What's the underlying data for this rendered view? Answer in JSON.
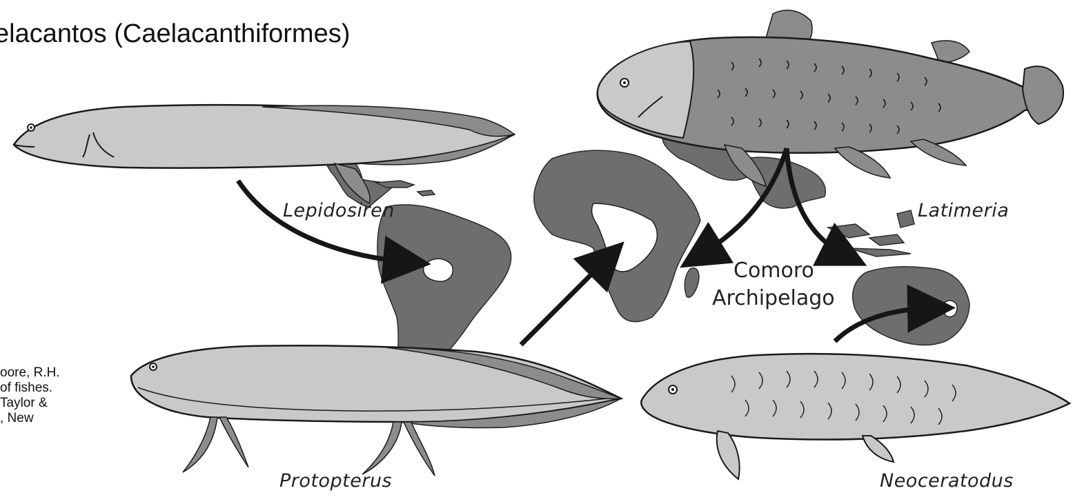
{
  "title": "elacantos (Caelacanthiformes)",
  "citation": {
    "lines": [
      "oore, R.H.",
      "of fishes.",
      "Taylor &",
      ", New"
    ]
  },
  "labels": {
    "lepidosiren": "Lepidosiren",
    "protopterus": "Protopterus",
    "latimeria": "Latimeria",
    "neoceratodus": "Neoceratodus",
    "comoro_line1": "Comoro",
    "comoro_line2": "Archipelago"
  },
  "colors": {
    "land": "#6e6e6e",
    "fish_light": "#c9c9cb",
    "fish_mid": "#8c8c8e",
    "outline": "#1a1a1a",
    "arrow": "#161616"
  }
}
